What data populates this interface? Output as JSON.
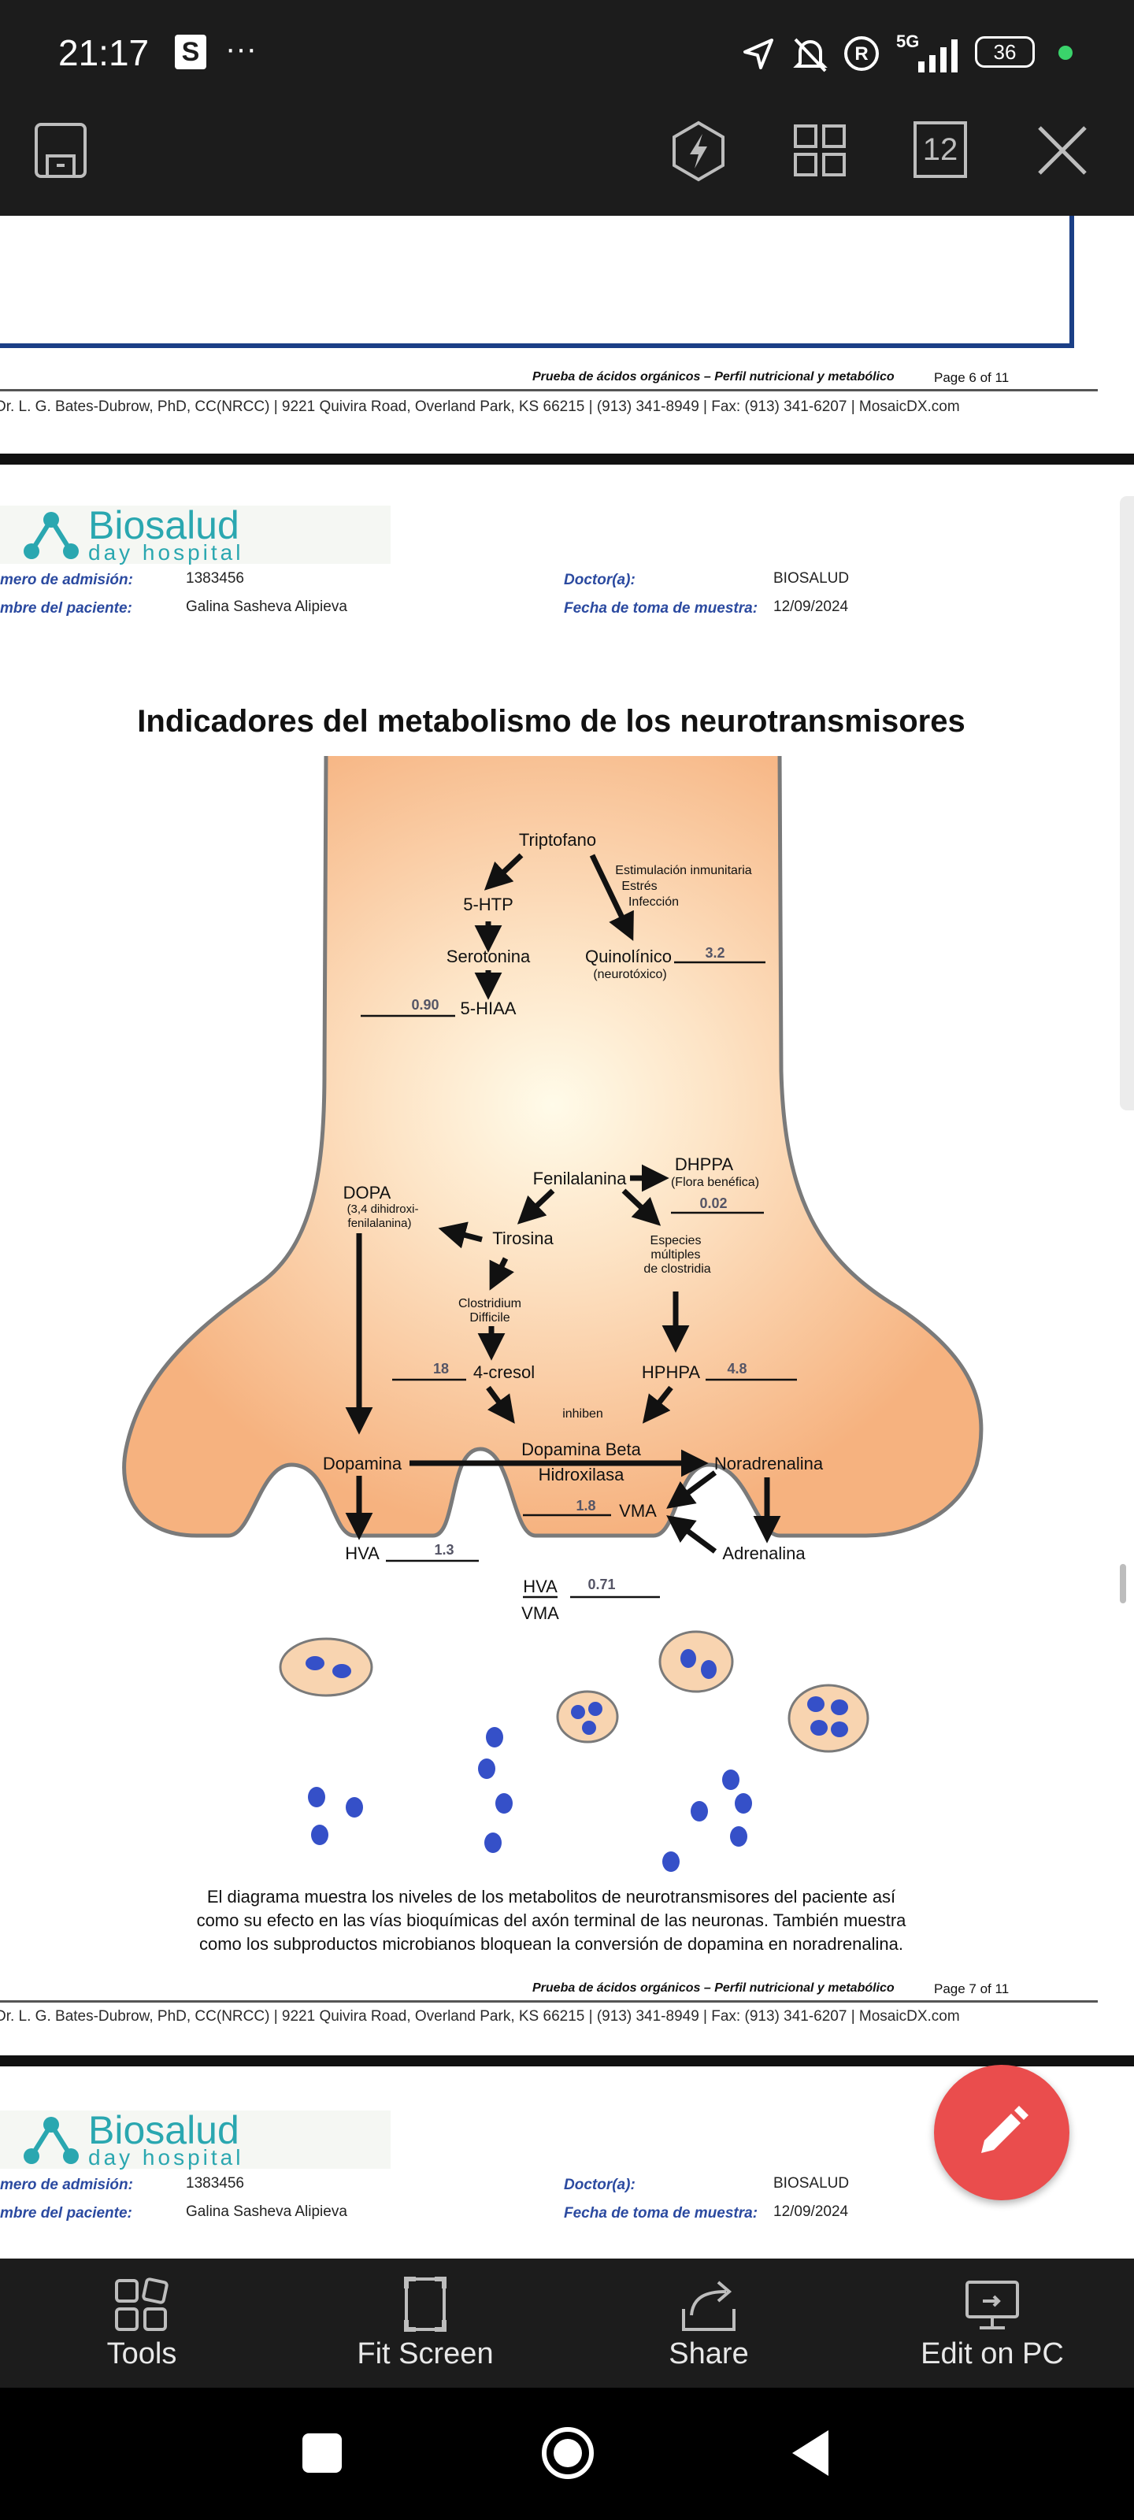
{
  "status": {
    "time": "21:17",
    "battery": "36",
    "network": "5G"
  },
  "toolbar": {
    "page_count_icon": "12"
  },
  "page6": {
    "footer_title": "Prueba de ácidos orgánicos – Perfil nutricional y metabólico",
    "footer_page": "Page 6 of 11",
    "footer_address": "Dr. L. G. Bates-Dubrow, PhD, CC(NRCC) | 9221 Quivira Road, Overland Park, KS 66215 | (913) 341-8949 | Fax: (913) 341-6207 | MosaicDX.com"
  },
  "page7": {
    "logo_name": "Biosalud",
    "logo_sub": "day hospital",
    "admission_label": "mero de admisión:",
    "admission_value": "1383456",
    "patient_label": "mbre del paciente:",
    "patient_value": "Galina Sasheva Alipieva",
    "doctor_label": "Doctor(a):",
    "doctor_value": "BIOSALUD",
    "sample_date_label": "Fecha de toma de muestra:",
    "sample_date_value": "12/09/2024",
    "title": "Indicadores del metabolismo de los neurotransmisores",
    "diagram": {
      "triptofano": "Triptofano",
      "stim1": "Estimulación inmunitaria",
      "stim2": "Estrés",
      "stim3": "Infección",
      "htp": "5-HTP",
      "serotonina": "Serotonina",
      "quinolinico": "Quinolínico",
      "neurotoxico": "(neurotóxico)",
      "quinolinico_value": "3.2",
      "hiaa": "5-HIAA",
      "hiaa_value": "0.90",
      "fenilalanina": "Fenilalanina",
      "dhppa": "DHPPA",
      "flora": "(Flora benéfica)",
      "dhppa_value": "0.02",
      "dopa": "DOPA",
      "dopa_sub1": "(3,4 dihidroxi-",
      "dopa_sub2": "fenilalanina)",
      "tirosina": "Tirosina",
      "especies1": "Especies",
      "especies2": "múltiples",
      "especies3": "de clostridia",
      "clostridium1": "Clostridium",
      "clostridium2": "Difficile",
      "cresol": "4-cresol",
      "cresol_value": "18",
      "hphpa": "HPHPA",
      "hphpa_value": "4.8",
      "inhiben": "inhiben",
      "dopamina": "Dopamina",
      "dbh1": "Dopamina Beta",
      "dbh2": "Hidroxilasa",
      "noradrenalina": "Noradrenalina",
      "vma": "VMA",
      "vma_value": "1.8",
      "hva": "HVA",
      "hva_value": "1.3",
      "adrenalina": "Adrenalina",
      "ratio_num": "HVA",
      "ratio_den": "VMA",
      "ratio_value": "0.71"
    },
    "caption_line1": "El diagrama muestra los niveles de los metabolitos de neurotransmisores del paciente así",
    "caption_line2": "como su efecto en las vías bioquímicas del axón terminal de las neuronas. También muestra",
    "caption_line3": "como los subproductos microbianos bloquean la conversión de dopamina en noradrenalina.",
    "footer_title": "Prueba de ácidos orgánicos – Perfil nutricional y metabólico",
    "footer_page": "Page 7 of 11",
    "footer_address": "Dr. L. G. Bates-Dubrow, PhD, CC(NRCC) | 9221 Quivira Road, Overland Park, KS 66215 | (913) 341-8949 | Fax: (913) 341-6207 | MosaicDX.com"
  },
  "page8": {
    "logo_name": "Biosalud",
    "logo_sub": "day hospital",
    "admission_label": "mero de admisión:",
    "admission_value": "1383456",
    "patient_label": "mbre del paciente:",
    "patient_value": "Galina Sasheva Alipieva",
    "doctor_label": "Doctor(a):",
    "doctor_value": "BIOSALUD",
    "sample_date_label": "Fecha de toma de muestra:",
    "sample_date_value": "12/09/2024"
  },
  "bottom_bar": {
    "tools": "Tools",
    "fit_screen": "Fit Screen",
    "share": "Share",
    "edit_on_pc": "Edit on PC"
  },
  "colors": {
    "accent_fab": "#ea4d4d",
    "logo": "#2aa7b0",
    "axon": "#f6b27f",
    "vesicle": "#3550c8"
  }
}
